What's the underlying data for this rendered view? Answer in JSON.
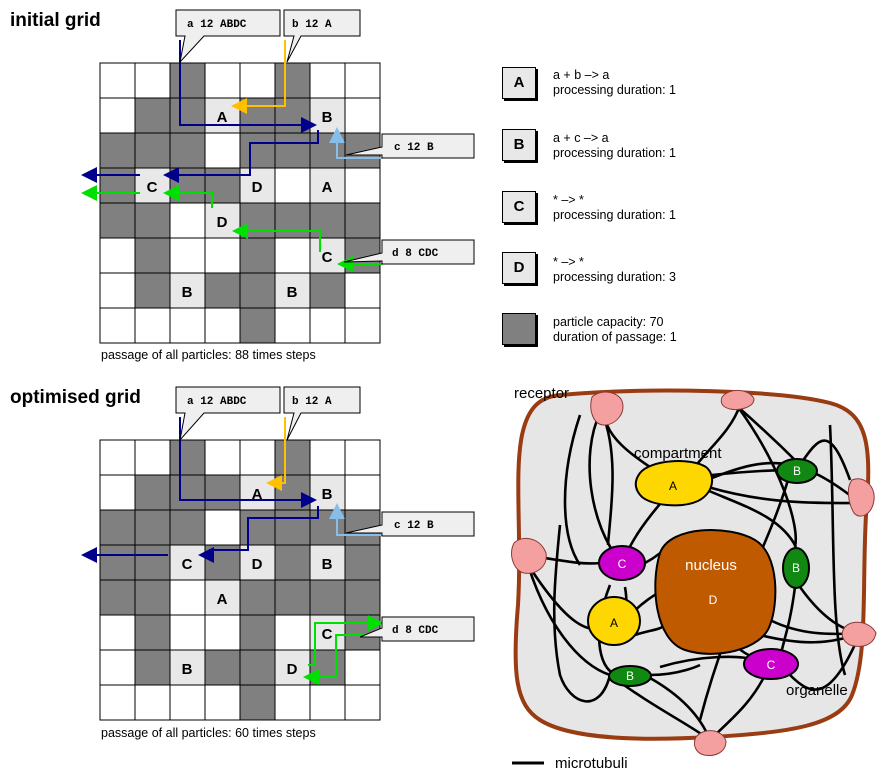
{
  "colors": {
    "dark_cell": "#808080",
    "light_cell": "#e8e8e8",
    "route_a": "#00008b",
    "route_b": "#ffc000",
    "route_c": "#87bde6",
    "route_d": "#00e000",
    "cell_membrane": "#9a3c12",
    "cytoplasm": "#e6e6e6",
    "receptor": "#f4a0a0",
    "compartment_a": "#ffd700",
    "organelle_b": "#118811",
    "organelle_c": "#cc00cc",
    "nucleus": "#c05a00"
  },
  "initial": {
    "title": "initial grid",
    "caption": "passage of all particles: 88 times steps",
    "labels": [
      "a 12 ABDC",
      "b 12 A",
      "c 12 B",
      "d 8 CDC"
    ],
    "processors": [
      "A",
      "B",
      "C",
      "D",
      "A",
      "D",
      "C",
      "B",
      "B"
    ]
  },
  "optimised": {
    "title": "optimised grid",
    "caption": "passage of all particles: 60 times steps",
    "labels": [
      "a 12 ABDC",
      "b 12 A",
      "c 12 B",
      "d 8 CDC"
    ],
    "processors": [
      "A",
      "B",
      "C",
      "D",
      "B",
      "A",
      "C",
      "B",
      "D"
    ]
  },
  "legend": [
    {
      "letter": "A",
      "text": "a + b –> a\nprocessing duration: 1"
    },
    {
      "letter": "B",
      "text": "a + c –> a\nprocessing duration: 1"
    },
    {
      "letter": "C",
      "text": "* –> *\nprocessing duration: 1"
    },
    {
      "letter": "D",
      "text": "* –> *\nprocessing duration: 3"
    },
    {
      "letter": "",
      "text": "particle capacity: 70\nduration of passage: 1"
    }
  ],
  "cell": {
    "receptor": "receptor",
    "compartment": "compartment",
    "nucleus": "nucleus",
    "nucleus_letter": "D",
    "organelle": "organelle",
    "microtubuli": "microtubuli",
    "compartment_a1": "A",
    "compartment_a2": "A",
    "organelle_b1": "B",
    "organelle_b2": "B",
    "organelle_b3": "B",
    "organelle_c1": "C",
    "organelle_c2": "C"
  }
}
